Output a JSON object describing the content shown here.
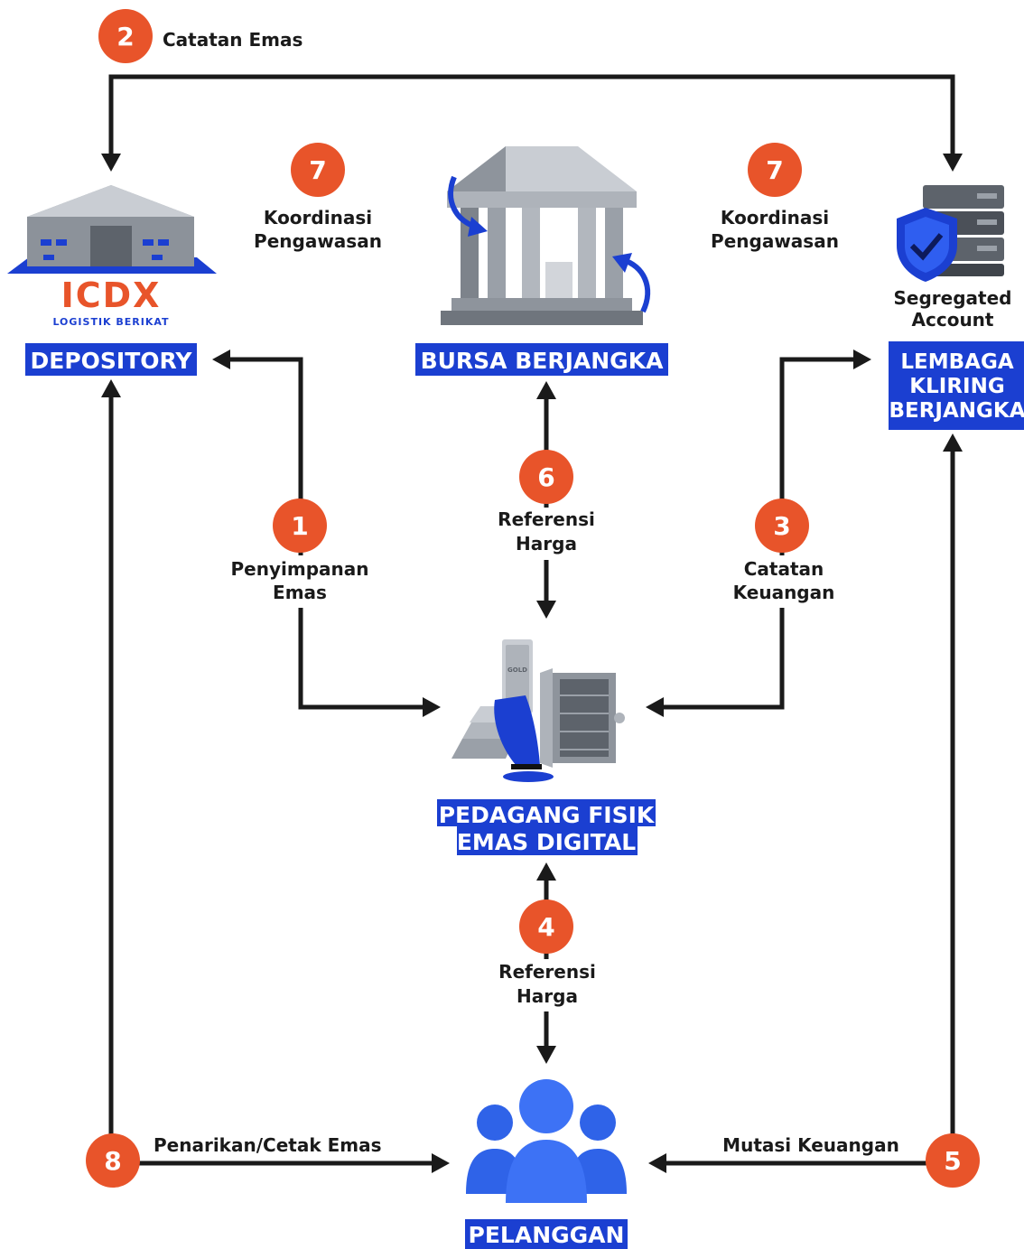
{
  "nodes": {
    "depository": {
      "label": "DEPOSITORY",
      "logo": "ICDX",
      "logo_sub": "LOGISTIK BERIKAT",
      "icon": "warehouse-icon"
    },
    "bursa": {
      "label": "BURSA BERJANGKA",
      "icon": "bank-building-icon"
    },
    "lembaga": {
      "lines": [
        "LEMBAGA",
        "KLIRING",
        "BERJANGKA"
      ],
      "caption": [
        "Segregated",
        "Account"
      ],
      "icon": "server-shield-icon"
    },
    "pedagang": {
      "lines": [
        "PEDAGANG FISIK",
        "EMAS DIGITAL"
      ],
      "icon": "gold-vault-icon",
      "gold_text": "GOLD"
    },
    "pelanggan": {
      "label": "PELANGGAN",
      "icon": "people-group-icon"
    }
  },
  "steps": [
    {
      "number": "1",
      "lines": [
        "Penyimpanan",
        "Emas"
      ]
    },
    {
      "number": "2",
      "lines": [
        "Catatan Emas"
      ]
    },
    {
      "number": "3",
      "lines": [
        "Catatan",
        "Keuangan"
      ]
    },
    {
      "number": "4",
      "lines": [
        "Referensi",
        "Harga"
      ]
    },
    {
      "number": "5",
      "lines": [
        "Mutasi Keuangan"
      ]
    },
    {
      "number": "6",
      "lines": [
        "Referensi",
        "Harga"
      ]
    },
    {
      "number": "7",
      "lines": [
        "Koordinasi",
        "Pengawasan"
      ]
    },
    {
      "number": "7",
      "lines": [
        "Koordinasi",
        "Pengawasan"
      ]
    },
    {
      "number": "8",
      "lines": [
        "Penarikan/Cetak Emas"
      ]
    }
  ],
  "colors": {
    "accent": "#1b3fd1",
    "badge": "#e8542a",
    "line": "#1a1a1a"
  }
}
